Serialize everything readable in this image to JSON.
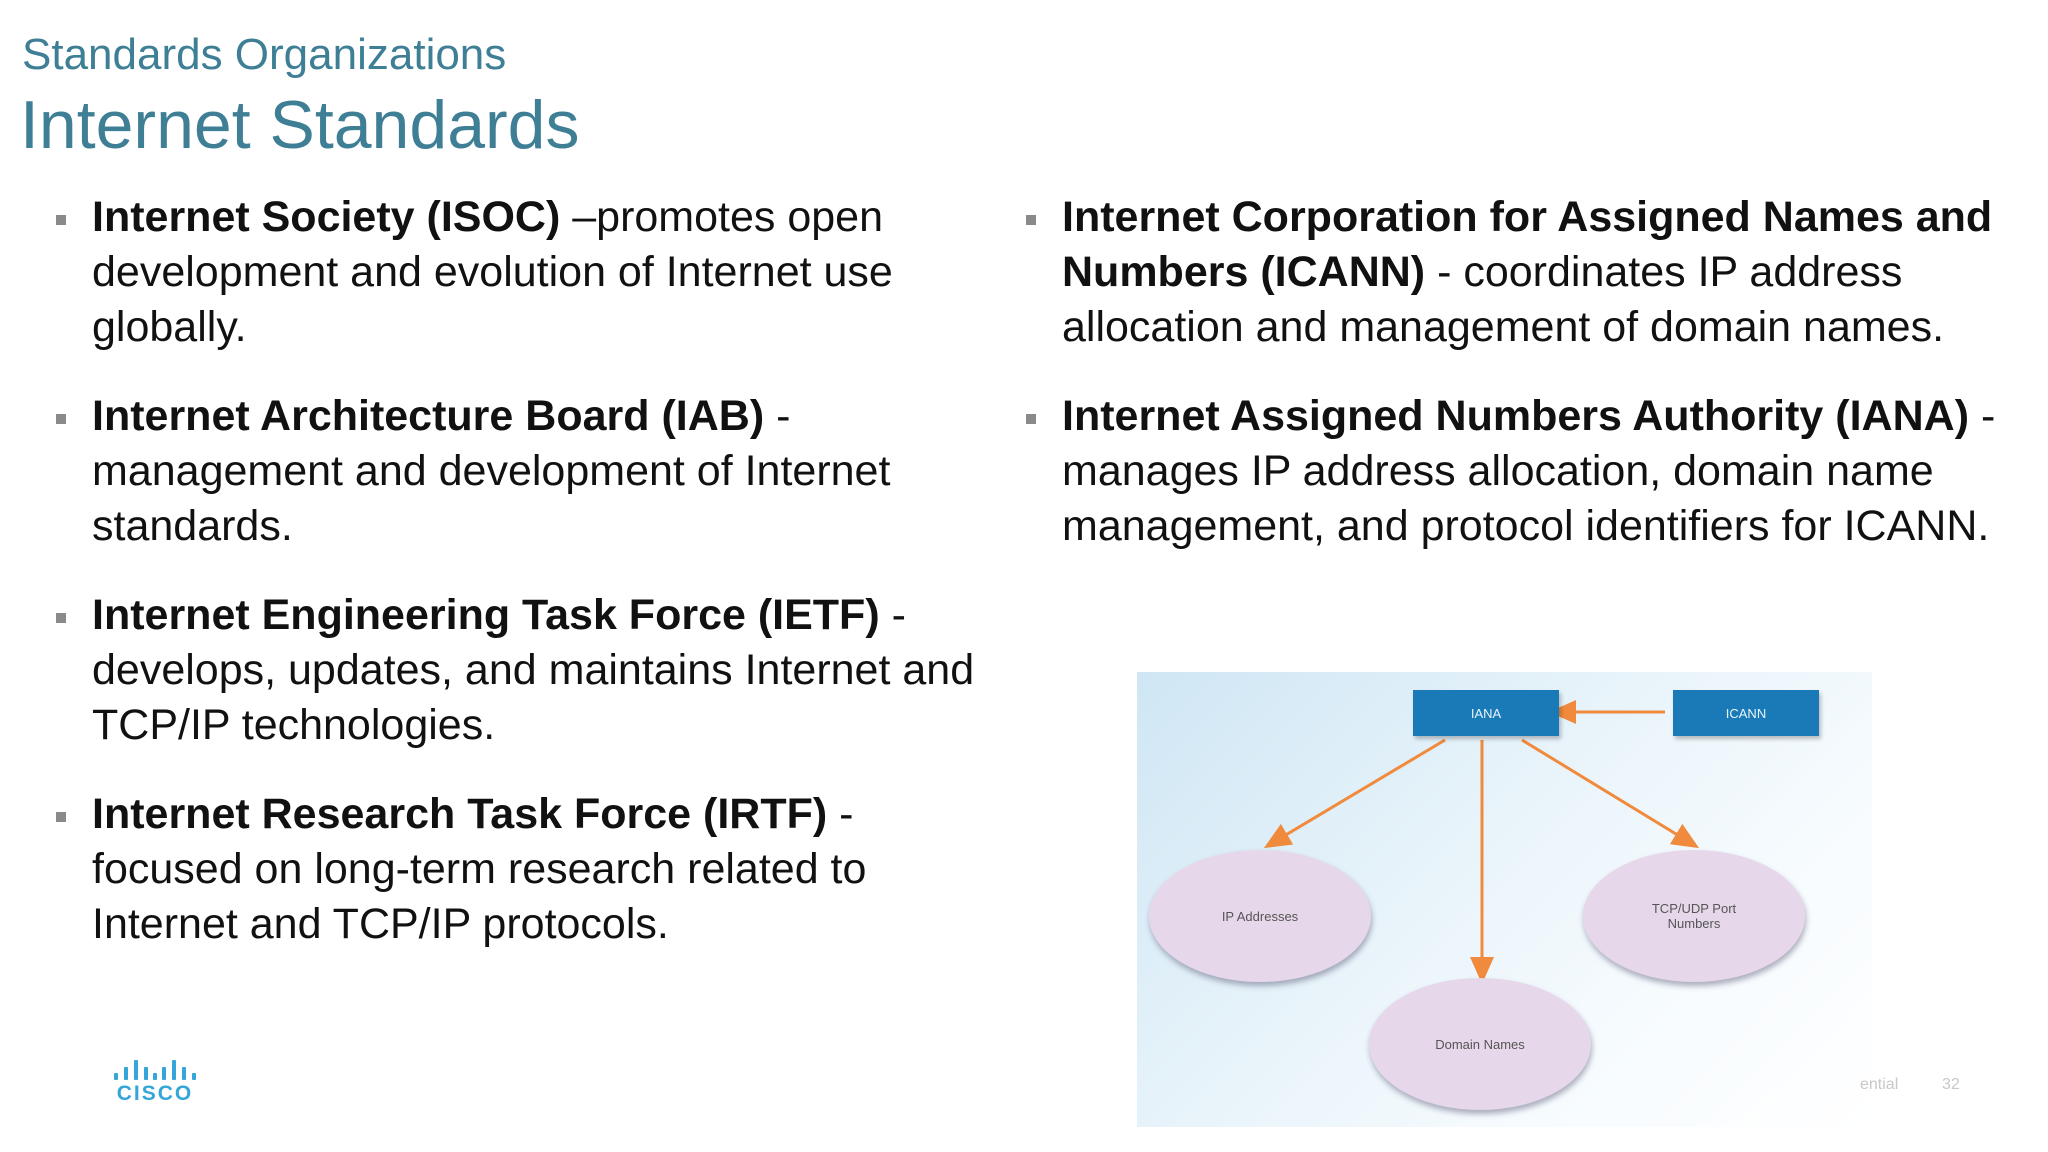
{
  "slide": {
    "subtitle": "Standards Organizations",
    "title": "Internet Standards"
  },
  "left_bullets": [
    {
      "term": "Internet Society (ISOC)",
      "desc": " –promotes open development and evolution of Internet use globally."
    },
    {
      "term": "Internet Architecture Board (IAB)",
      "desc": " - management and development of Internet standards."
    },
    {
      "term": "Internet Engineering Task Force (IETF)",
      "desc": " - develops, updates, and maintains Internet and TCP/IP technologies."
    },
    {
      "term": "Internet Research Task Force (IRTF)",
      "desc": " - focused on long-term research related to Internet and TCP/IP protocols."
    }
  ],
  "right_bullets": [
    {
      "term": "Internet Corporation for Assigned Names and Numbers (ICANN)",
      "desc": " - coordinates IP address allocation and management of domain names."
    },
    {
      "term": "Internet Assigned Numbers Authority (IANA)",
      "desc": " - manages IP address allocation, domain name management, and protocol identifiers for ICANN."
    }
  ],
  "diagram": {
    "iana": "IANA",
    "icann": "ICANN",
    "ip_addresses": "IP Addresses",
    "domain_names": "Domain Names",
    "tcp_udp": "TCP/UDP Port Numbers",
    "arrow_color": "#f08a3c"
  },
  "footer": {
    "confidential": "ential",
    "page_number": "32"
  },
  "logo": {
    "text": "CISCO"
  }
}
